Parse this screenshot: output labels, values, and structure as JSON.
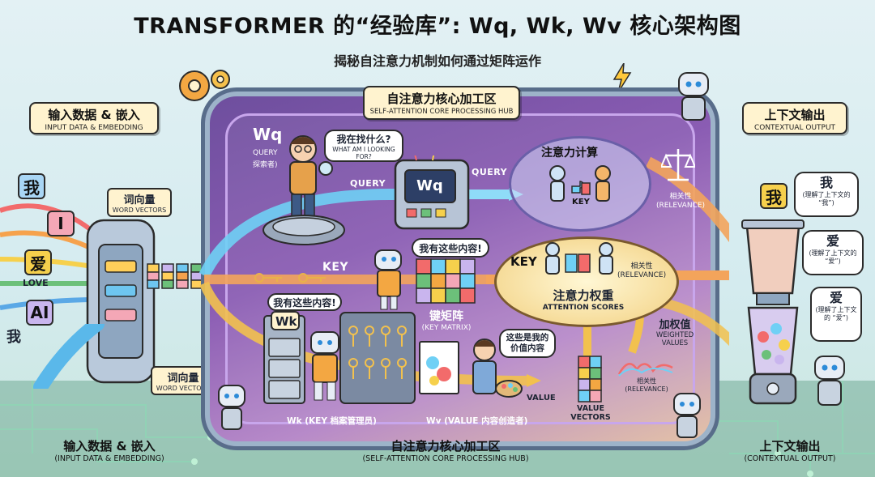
{
  "header": {
    "title": "TRANSFORMER 的“经验库”: Wq, Wk, Wv 核心架构图",
    "subtitle": "揭秘自注意力机制如何通过矩阵运作"
  },
  "left_panel": {
    "zh": "输入数据 & 嵌入",
    "en": "INPUT DATA & EMBEDDING",
    "tiles": [
      "我",
      "I",
      "爱",
      "AI"
    ],
    "love_label": "LOVE",
    "stray_char": "我",
    "word_vectors_top": {
      "zh": "词向量",
      "en": "WORD VECTORS"
    },
    "word_vectors_bottom": {
      "zh": "词向量",
      "en": "WORD VECTORS"
    }
  },
  "hub": {
    "zh": "自注意力核心加工区",
    "en": "SELF-ATTENTION CORE PROCESSING HUB"
  },
  "wq": {
    "title": "Wq",
    "role_en": "QUERY",
    "role_zh": "探索者)",
    "bubble_zh": "我在找什么?",
    "bubble_en": "WHAT AM I LOOKING FOR?",
    "arrow_label": "QUERY",
    "machine_label": "Wq",
    "out_label": "QUERY"
  },
  "key": {
    "arrow_label": "KEY",
    "bubble_zh": "我有这些内容!",
    "matrix_zh": "键矩阵",
    "matrix_en": "(KEY MATRIX)",
    "attn_key": "KEY",
    "calc_key": "KEY"
  },
  "wk": {
    "bubble_zh": "我有这些内容!",
    "cabinet_label": "Wk",
    "role": "Wk (KEY 档案管理员)"
  },
  "wv": {
    "bubble_line1": "这些是我的",
    "bubble_line2": "价值内容",
    "role": "Wv (VALUE 内容创造者)",
    "value_label": "VALUE",
    "vectors_line1": "VALUE",
    "vectors_line2": "VECTORS"
  },
  "attention": {
    "calc_title": "注意力计算",
    "weights_zh": "注意力权重",
    "weights_en": "ATTENTION SCORES",
    "relevance_top_zh": "相关性",
    "relevance_top_en": "(RELEVANCE)",
    "relevance_mid_zh": "相关性",
    "relevance_mid_en": "(RELEVANCE)",
    "relevance_bot_zh": "相关性",
    "relevance_bot_en": "(RELEVANCE)",
    "weighted_zh": "加权值",
    "weighted_en_1": "WEIGHTED",
    "weighted_en_2": "VALUES"
  },
  "right_panel": {
    "zh": "上下文输出",
    "en": "CONTEXTUAL OUTPUT",
    "tile": "我",
    "bubble1_big": "我",
    "bubble1_small": "(理解了上下文的 “我”)",
    "bubble2_big": "爱",
    "bubble2_small": "(理解了上下文的 “爱”)",
    "bubble3_big": "爱",
    "bubble3_small": "(理解了上下文的 “爱”)"
  },
  "footer": {
    "left_zh": "输入数据 & 嵌入",
    "left_en": "(INPUT DATA & EMBEDDING)",
    "center_zh": "自注意力核心加工区",
    "center_en": "(SELF-ATTENTION CORE PROCESSING HUB)",
    "right_zh": "上下文输出",
    "right_en": "(CONTEXTUAL OUTPUT)"
  },
  "colors": {
    "hub_purple": "#8a5cb3",
    "query_blue": "#4fb3ea",
    "key_orange": "#f3a45b",
    "value_gold": "#f2c14e",
    "label_cream": "#fff3cf"
  }
}
